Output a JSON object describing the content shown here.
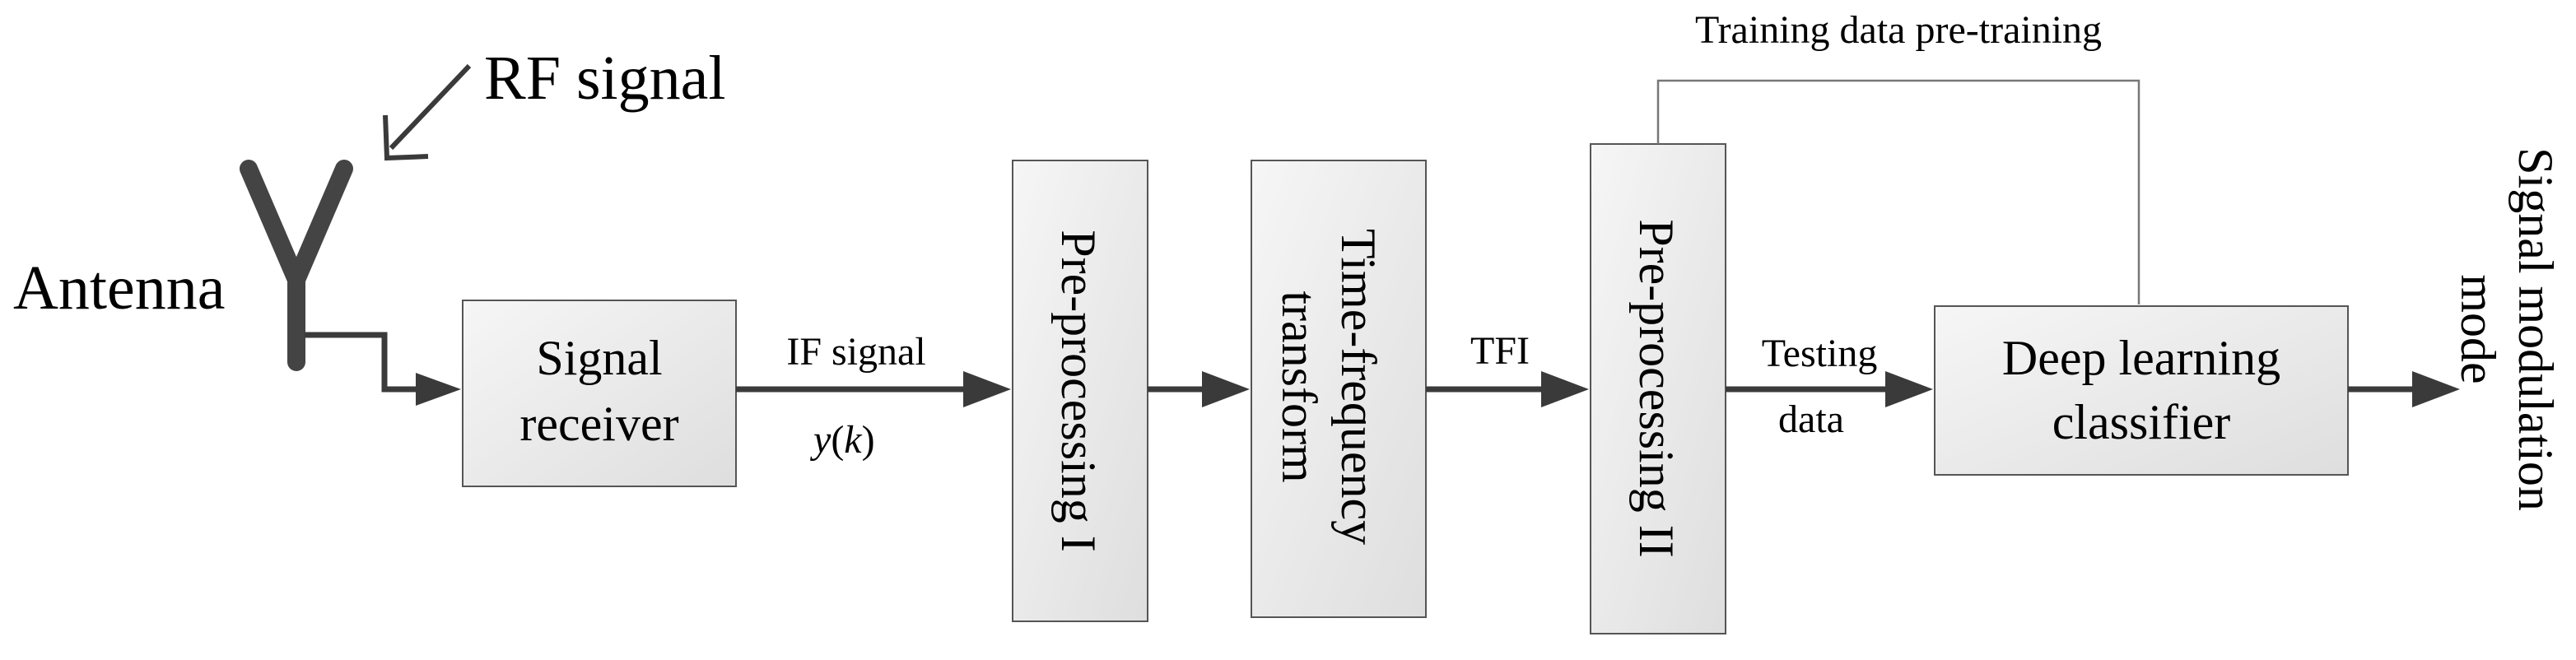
{
  "labels": {
    "rf_signal": "RF signal",
    "antenna": "Antenna",
    "training": "Training data pre-training",
    "if_signal": "IF signal",
    "y_var": "y",
    "y_open": "(",
    "k_var": "k",
    "y_close": ")",
    "tfi": "TFI",
    "testing_line1": "Testing",
    "testing_line2": "data",
    "output_line1": "Signal modulation",
    "output_line2": "mode"
  },
  "blocks": {
    "signal_receiver": [
      "Signal",
      "receiver"
    ],
    "preprocessing_1": "Pre-processing I",
    "time_frequency": [
      "Time-frequency",
      "transform"
    ],
    "preprocessing_2": "Pre-processing II",
    "classifier": [
      "Deep learning",
      "classifier"
    ]
  },
  "colors": {
    "box_fill_top": "#f5f5f5",
    "box_fill_bottom": "#e2e2e2",
    "arrow": "#3a3a3a",
    "antenna": "#444444"
  }
}
